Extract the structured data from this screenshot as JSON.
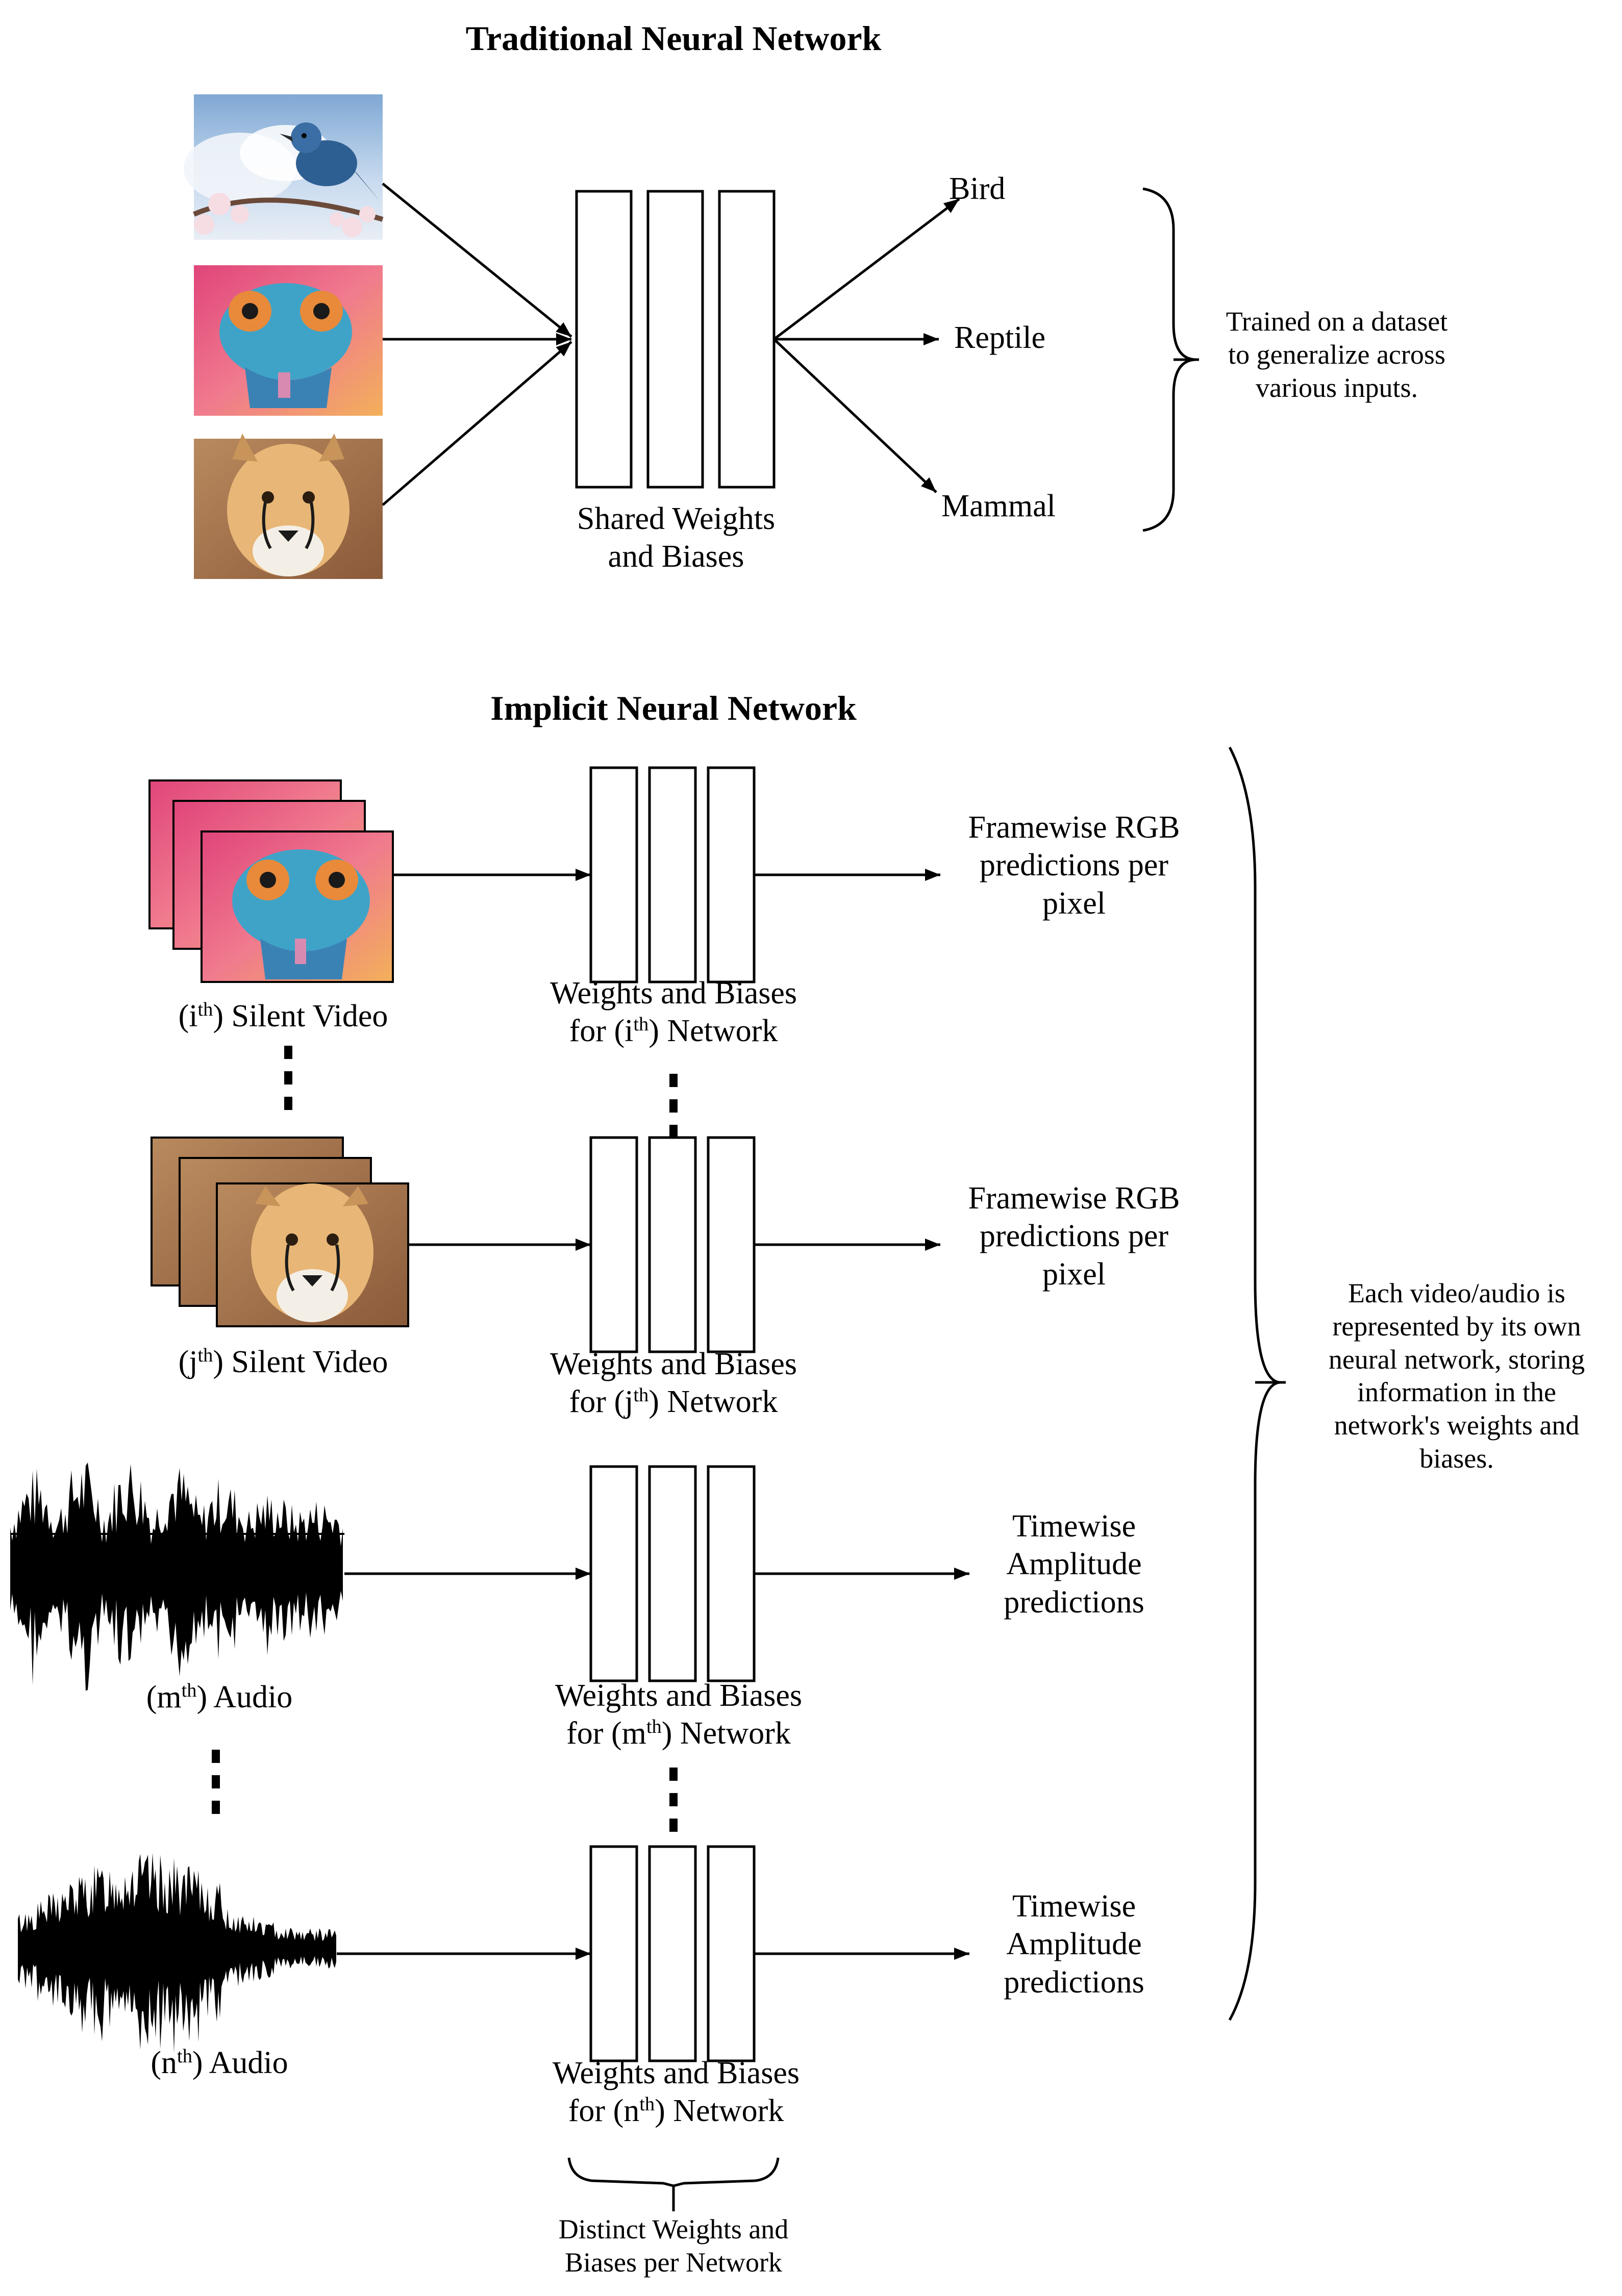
{
  "traditional": {
    "title": "Traditional Neural Network",
    "shared_label_line1": "Shared Weights",
    "shared_label_line2": "and Biases",
    "outputs": [
      "Bird",
      "Reptile",
      "Mammal"
    ],
    "note_line1": "Trained on a dataset",
    "note_line2": "to generalize across",
    "note_line3": "various inputs."
  },
  "implicit": {
    "title": "Implicit Neural Network",
    "inputs": [
      {
        "open": "(",
        "letter": "i",
        "sup": "th",
        "close": ") Silent Video"
      },
      {
        "open": "(",
        "letter": "j",
        "sup": "th",
        "close": ") Silent Video"
      },
      {
        "open": "(",
        "letter": "m",
        "sup": "th",
        "close": ") Audio"
      },
      {
        "open": "(",
        "letter": "n",
        "sup": "th",
        "close": ") Audio"
      }
    ],
    "network_line1": "Weights and Biases",
    "network_prefix": "for (",
    "network_letters": [
      "i",
      "j",
      "m",
      "n"
    ],
    "network_sup": "th",
    "network_suffix": ") Network",
    "video_output_line1": "Framewise RGB",
    "video_output_line2": "predictions per",
    "video_output_line3": "pixel",
    "audio_output_line1": "Timewise",
    "audio_output_line2": "Amplitude",
    "audio_output_line3": "predictions",
    "note_line1": "Each video/audio is",
    "note_line2": "represented by its own",
    "note_line3": "neural network, storing",
    "note_line4": "information in the",
    "note_line5": "network's weights and",
    "note_line6": "biases.",
    "distinct_line1": "Distinct Weights and",
    "distinct_line2": "Biases per Network"
  },
  "icons": {
    "bird": "bird-photo-icon",
    "chameleon": "chameleon-photo-icon",
    "cheetah": "cheetah-photo-icon",
    "waveform": "audio-waveform-icon"
  }
}
